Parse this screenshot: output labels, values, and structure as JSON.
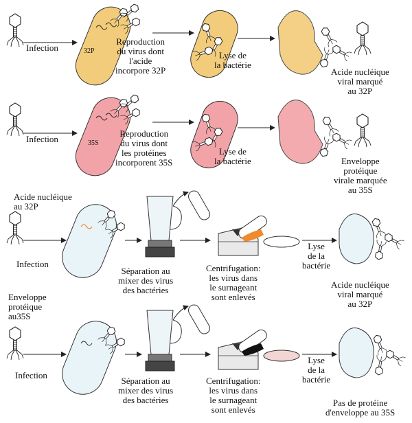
{
  "colors": {
    "p32_bacterium": "#f2cc7a",
    "s35_bacterium": "#f2a3a8",
    "neutral_bacterium": "#e9f4f8",
    "pellet_orange": "#f08a2a",
    "pellet_black": "#111111",
    "protein_coat_red": "#e2585e",
    "line": "#222222"
  },
  "icons": [
    "bacteriophage-icon",
    "bacterium-icon",
    "blender-icon",
    "centrifuge-icon",
    "petri-dish-icon",
    "test-tube-icon",
    "arrow-icon"
  ],
  "row1": {
    "infection": "Infection",
    "isotope": "32P",
    "reproduction": [
      "Reproduction",
      "du virus dont",
      "l'acide",
      "incorpore 32P"
    ],
    "lysis": [
      "Lyse de",
      "la bactérie"
    ],
    "result": [
      "Acide nucléique",
      "viral marqué",
      "au 32P"
    ]
  },
  "row2": {
    "infection": "Infection",
    "isotope": "35S",
    "reproduction": [
      "Reproduction",
      "du virus dont",
      "les protéines",
      "incorporent 35S"
    ],
    "lysis": [
      "Lyse de",
      "la bactérie"
    ],
    "result": [
      "Enveloppe",
      "protéique",
      "virale marquée",
      "au 35S"
    ]
  },
  "row3": {
    "label": [
      "Acide nucléique",
      "au 32P"
    ],
    "infection": "Infection",
    "separation": [
      "Séparation au",
      "mixer des virus",
      "des bactéries"
    ],
    "centrifugation": [
      "Centrifugation:",
      "les virus dans",
      "le surnageant",
      "sont enlevés"
    ],
    "lysis": [
      "Lyse",
      "de la",
      "bactérie"
    ],
    "result": [
      "Acide nucléique",
      "viral marqué",
      "au 32P"
    ]
  },
  "row4": {
    "label": [
      "Enveloppe",
      "protéique",
      "au35S"
    ],
    "infection": "Infection",
    "separation": [
      "Séparation au",
      "mixer des virus",
      "des bactéries"
    ],
    "centrifugation": [
      "Centrifugation:",
      "les virus dans",
      "le surnageant",
      "sont enlevés"
    ],
    "lysis": [
      "Lyse",
      "de la",
      "bactérie"
    ],
    "result": [
      "Pas de protéine",
      "d'enveloppe au 35S"
    ]
  }
}
